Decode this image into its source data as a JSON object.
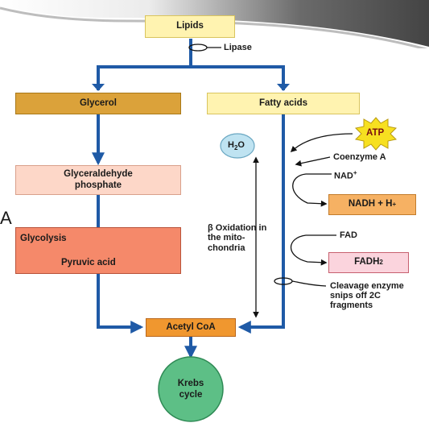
{
  "nodes": {
    "lipids": "Lipids",
    "lipase": "Lipase",
    "glycerol": "Glycerol",
    "fatty_acids": "Fatty acids",
    "glyceraldehyde": "Glyceraldehyde phosphate",
    "glycolysis": "Glycolysis",
    "pyruvic_acid": "Pyruvic acid",
    "acetyl_coa": "Acetyl CoA",
    "krebs": "Krebs cycle",
    "atp": "ATP",
    "h2o_base": "H",
    "h2o_sub": "2",
    "h2o_end": "O",
    "coenzyme_a": "Coenzyme A",
    "nad_base": "NAD",
    "nad_sup": "+",
    "nadh_base": "NADH + H",
    "nadh_sup": "+",
    "fad": "FAD",
    "fadh_base": "FADH",
    "fadh_sub": "2",
    "beta_oxidation": "β Oxidation in the mito- chondria",
    "cleavage": "Cleavage enzyme snips off 2C fragments",
    "side_letter": "A"
  },
  "colors": {
    "arrow_blue": "#1f5aa6",
    "lipids_fill": "#fff3b0",
    "glycerol_fill": "#dba23a",
    "fatty_acids_fill": "#fff3b0",
    "glyceraldehyde_fill": "#fdd7c8",
    "glycolysis_fill": "#f5896a",
    "acetyl_fill": "#f0972f",
    "krebs_fill": "#5dbf86",
    "atp_fill": "#f7e020",
    "h2o_fill": "#bfe3f1",
    "nadh_fill": "#f6b163",
    "fadh_fill": "#fbd4dd"
  }
}
